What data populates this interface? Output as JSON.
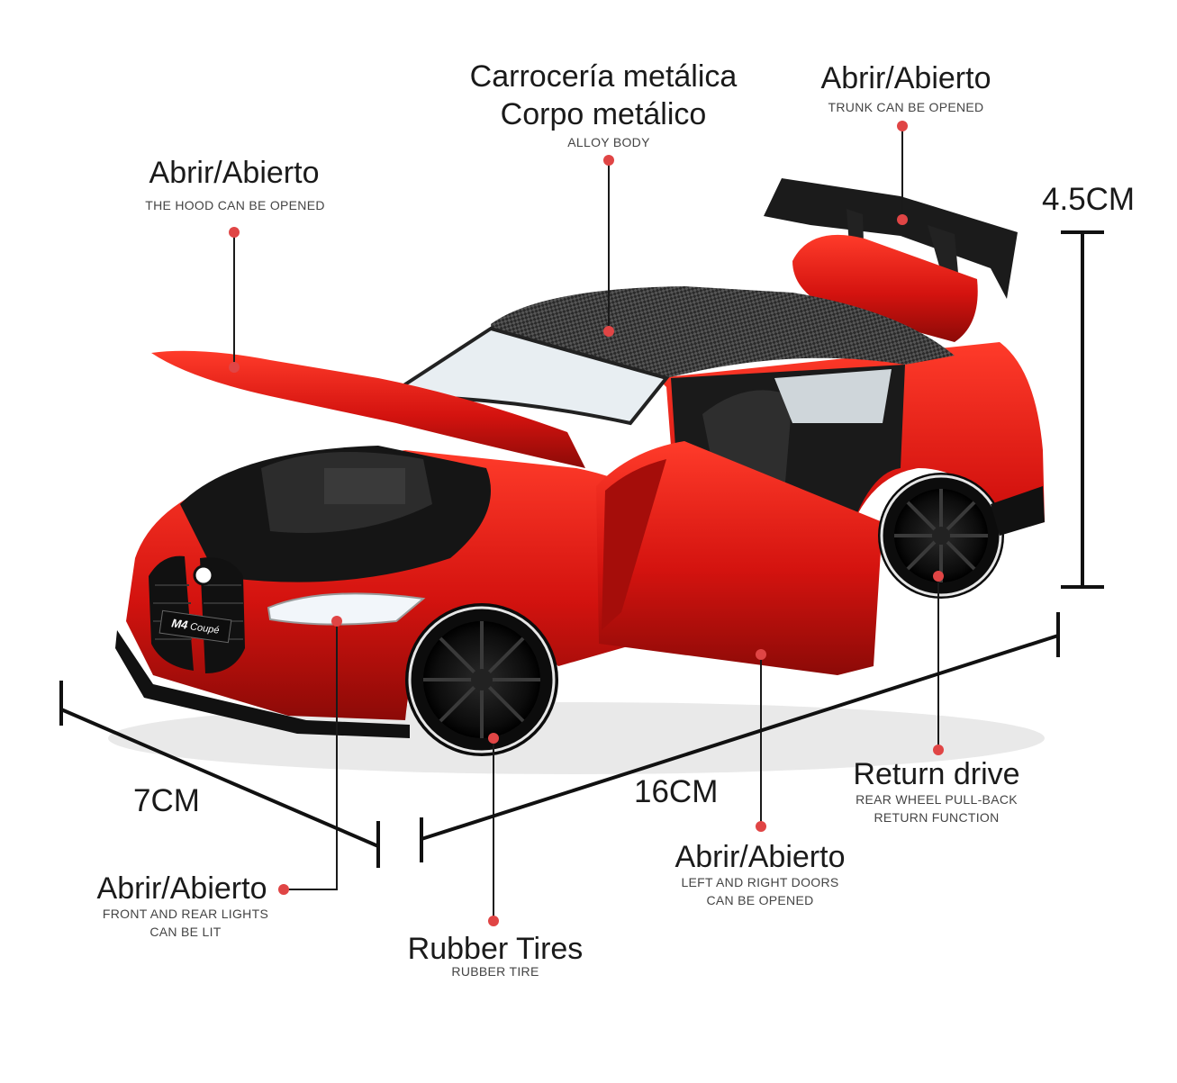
{
  "labels": {
    "alloy_body": {
      "title_es": "Carrocería metálica",
      "title_pt": "Corpo metálico",
      "subtitle": "ALLOY BODY"
    },
    "trunk": {
      "title": "Abrir/Abierto",
      "subtitle": "TRUNK CAN BE OPENED"
    },
    "hood": {
      "title": "Abrir/Abierto",
      "subtitle": "THE HOOD CAN BE OPENED"
    },
    "lights": {
      "title": "Abrir/Abierto",
      "subtitle_line1": "FRONT AND REAR LIGHTS",
      "subtitle_line2": "CAN BE LIT"
    },
    "tires": {
      "title": "Rubber Tires",
      "subtitle": "RUBBER TIRE"
    },
    "doors": {
      "title": "Abrir/Abierto",
      "subtitle_line1": "LEFT AND RIGHT DOORS",
      "subtitle_line2": "CAN BE OPENED"
    },
    "return_drive": {
      "title": "Return drive",
      "subtitle_line1": "REAR WHEEL PULL-BACK",
      "subtitle_line2": "RETURN FUNCTION"
    }
  },
  "dimensions": {
    "height": "4.5CM",
    "width": "7CM",
    "length": "16CM"
  },
  "badge": {
    "model": "M4",
    "variant": "Coupé"
  },
  "colors": {
    "body": "#d4130f",
    "body_dark": "#8c0a07",
    "marker": "#e04545",
    "carbon": "#2a2a2a",
    "text": "#1a1a1a"
  }
}
